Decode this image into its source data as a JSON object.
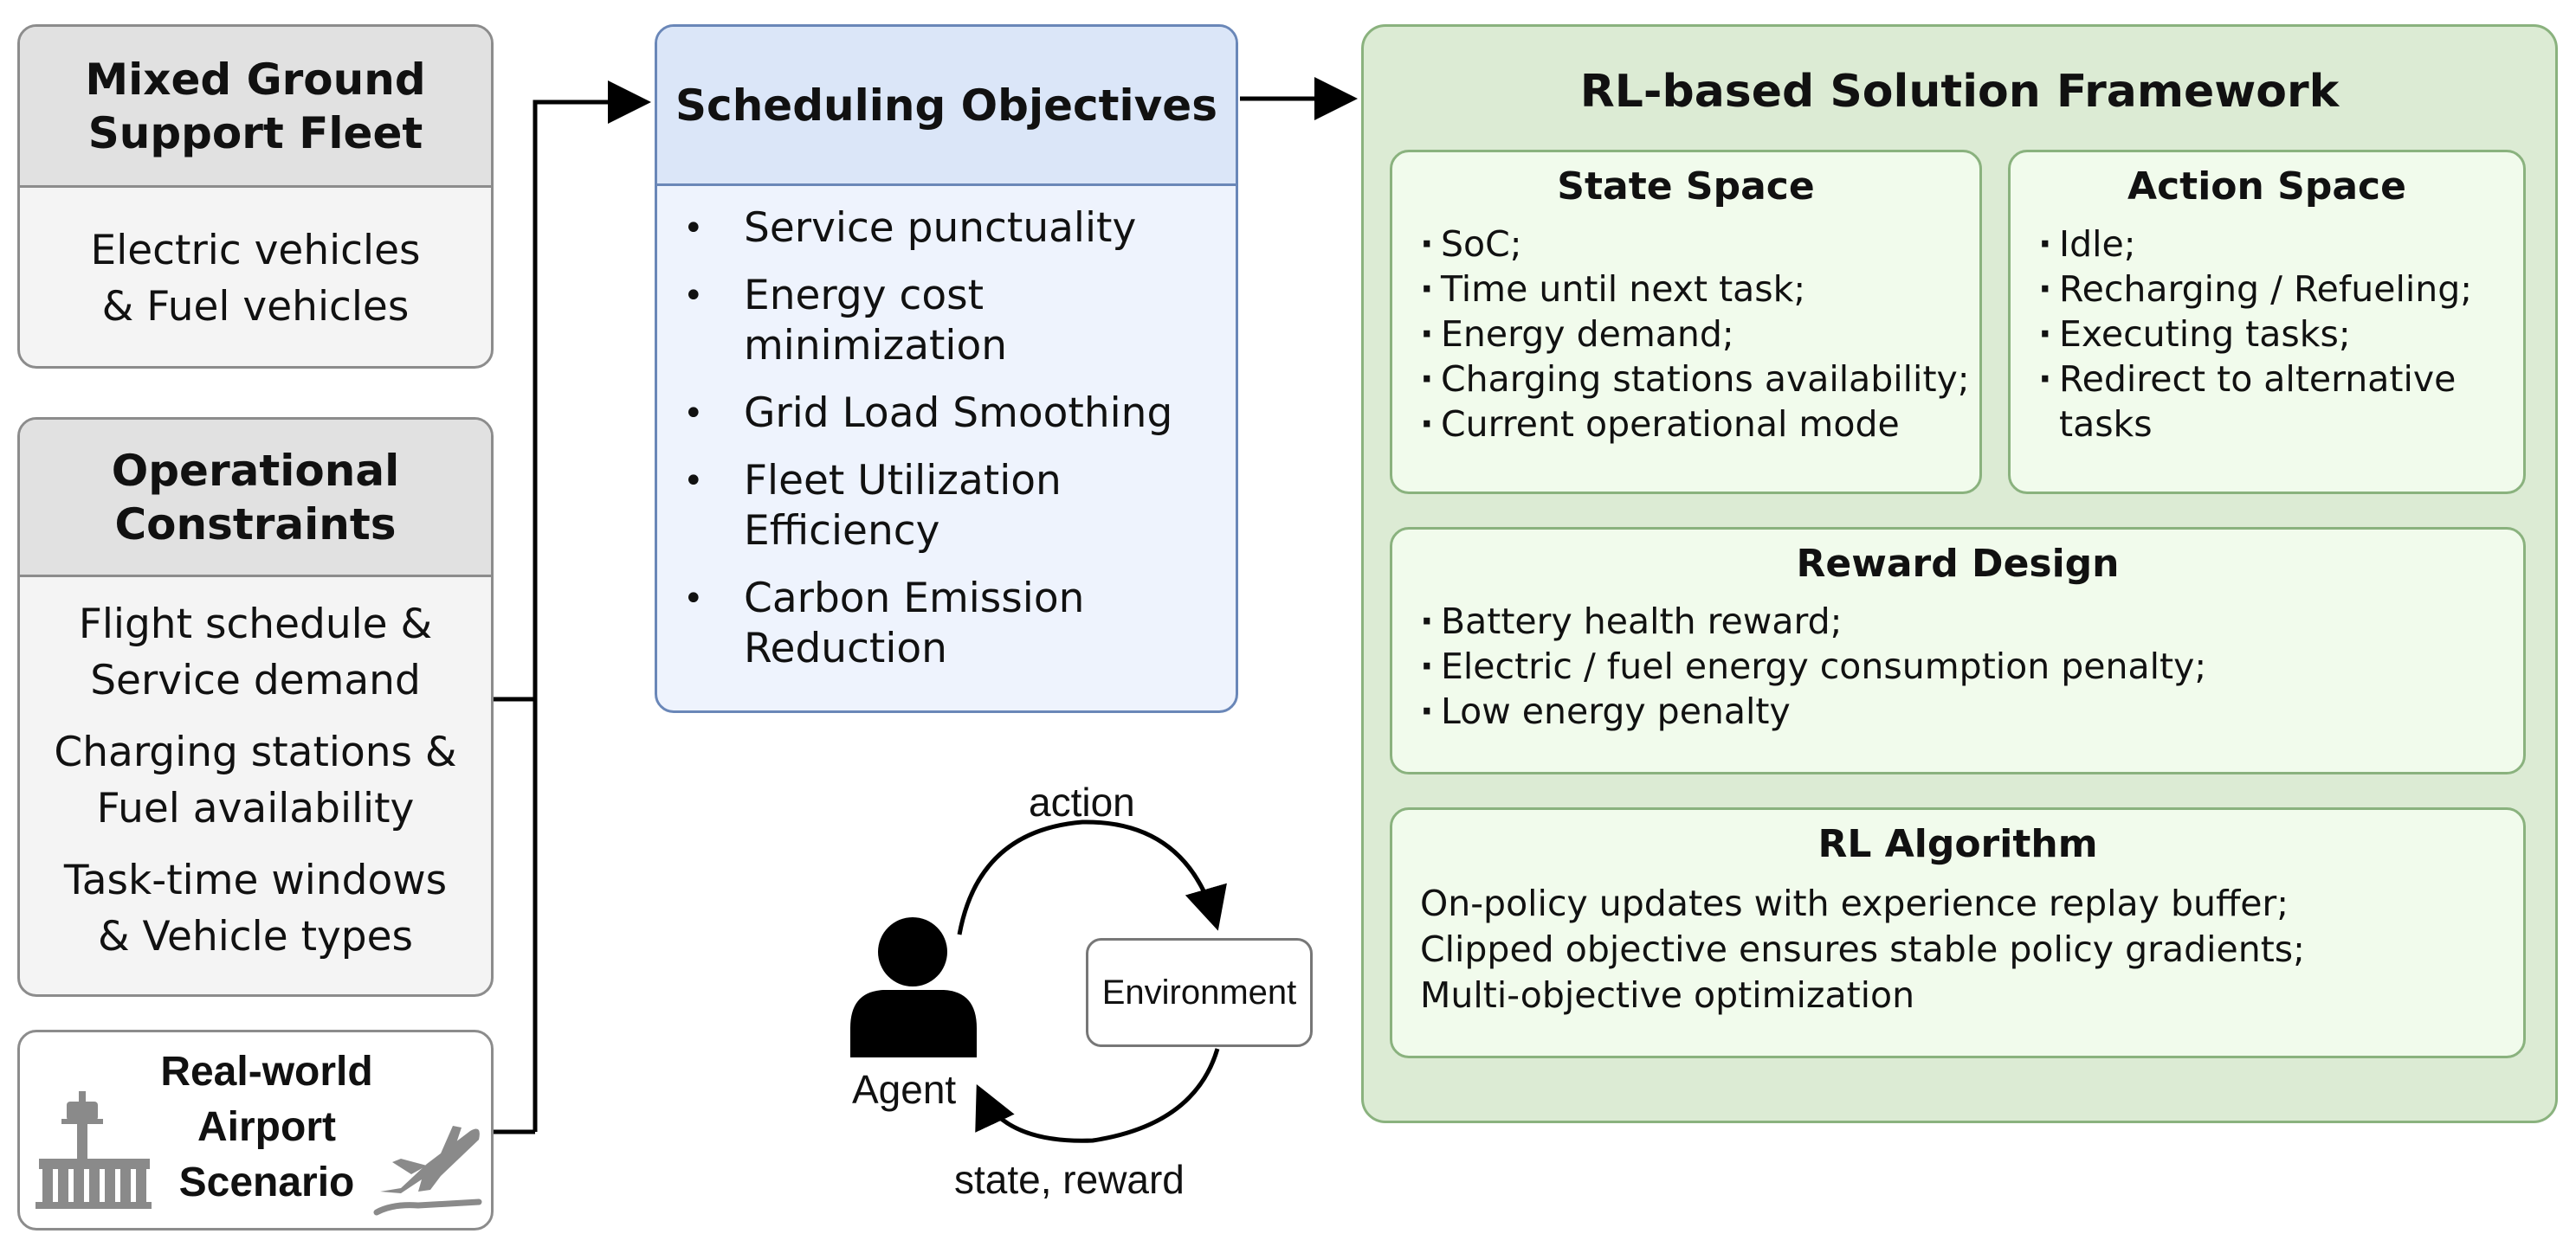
{
  "fleet": {
    "title_lines": [
      "Mixed Ground",
      "Support Fleet"
    ],
    "body_lines": [
      "Electric vehicles",
      "& Fuel vehicles"
    ]
  },
  "constraints": {
    "title_lines": [
      "Operational",
      "Constraints"
    ],
    "items": [
      [
        "Flight schedule &",
        "Service demand"
      ],
      [
        "Charging stations &",
        "Fuel availability"
      ],
      [
        "Task-time windows",
        "& Vehicle types"
      ]
    ]
  },
  "scenario": {
    "title_lines": [
      "Real-world",
      "Airport",
      "Scenario"
    ],
    "icons": [
      "airport-terminal-icon",
      "airplane-takeoff-icon"
    ]
  },
  "objectives": {
    "title": "Scheduling Objectives",
    "items": [
      [
        "Service punctuality"
      ],
      [
        "Energy cost",
        "minimization"
      ],
      [
        "Grid Load Smoothing"
      ],
      [
        "Fleet Utilization",
        "Efficiency"
      ],
      [
        "Carbon Emission",
        "Reduction"
      ]
    ]
  },
  "loop": {
    "action_label": "action",
    "state_reward_label": "state, reward",
    "agent_label": "Agent",
    "environment_label": "Environment",
    "icons": [
      "agent-person-icon"
    ]
  },
  "framework": {
    "title": "RL-based Solution Framework",
    "state_space": {
      "title": "State Space",
      "items": [
        "SoC;",
        "Time until next task;",
        "Energy demand;",
        "Charging stations availability;",
        "Current operational mode"
      ]
    },
    "action_space": {
      "title": "Action Space",
      "items": [
        "Idle;",
        "Recharging / Refueling;",
        "Executing tasks;",
        "Redirect to alternative\ntasks"
      ]
    },
    "reward_design": {
      "title": "Reward Design",
      "items": [
        "Battery health reward;",
        "Electric / fuel energy consumption penalty;",
        "Low energy penalty"
      ]
    },
    "rl_algorithm": {
      "title": "RL Algorithm",
      "lines": [
        "On-policy updates with experience replay buffer;",
        "Clipped objective ensures stable policy gradients;",
        "Multi-objective optimization"
      ]
    }
  },
  "colors": {
    "input_fill": "#f4f4f4",
    "input_header": "#e1e1e1",
    "objectives_fill": "#eef3fd",
    "objectives_header": "#dbe6f8",
    "framework_fill": "#dcebd4",
    "framework_sub_fill": "#f1fbec",
    "framework_border": "#8ab27e"
  }
}
